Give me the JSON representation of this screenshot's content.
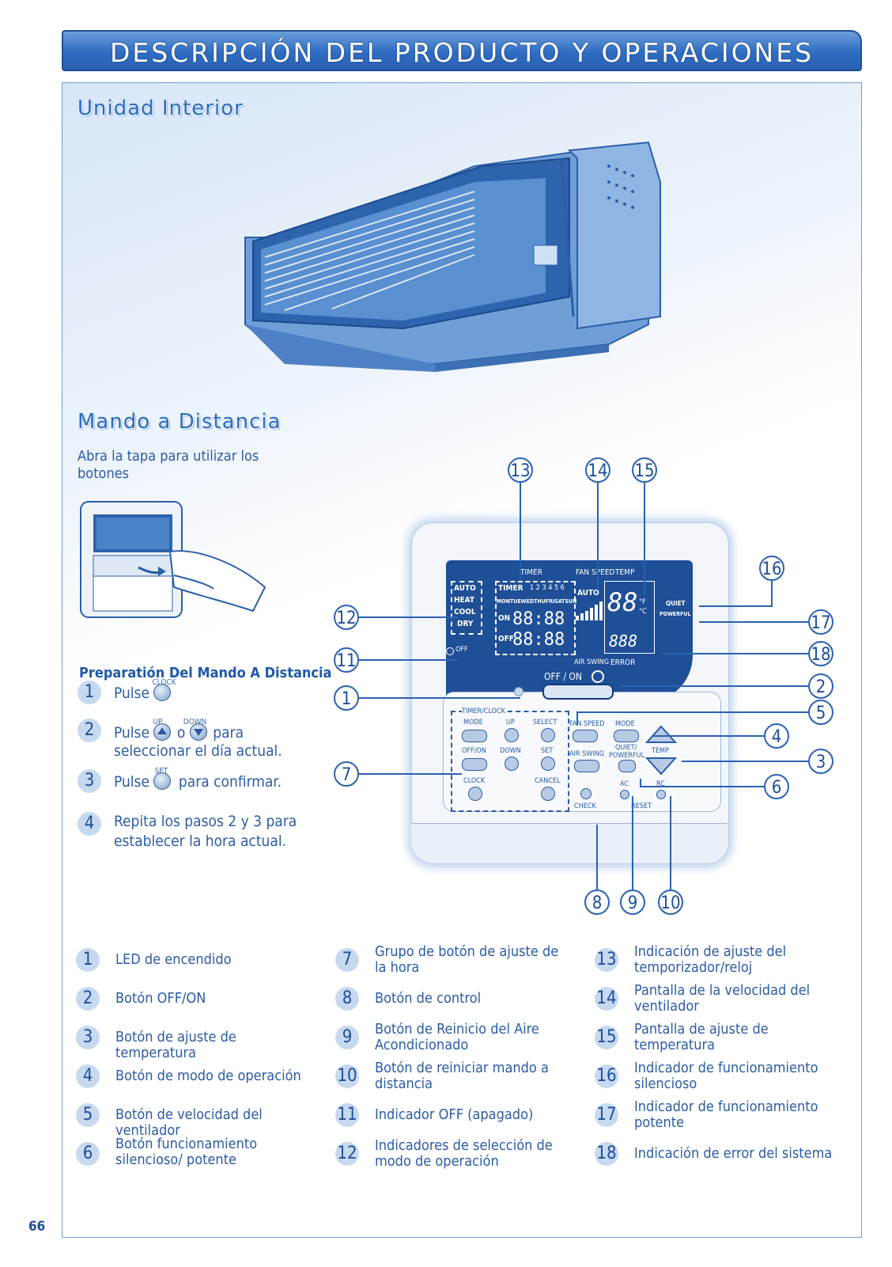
{
  "header": {
    "title": "DESCRIPCIÓN DEL PRODUCTO Y OPERACIONES"
  },
  "indoor": {
    "section_title": "Unidad Interior"
  },
  "remote": {
    "section_title": "Mando a Distancia",
    "open_instruction": "Abra la tapa para utilizar los botones",
    "prep_title": "Preparatión Del Mando A Distancia",
    "steps": [
      {
        "num": "1",
        "pre": "Pulse",
        "btn_label": "CLOCK",
        "post": ""
      },
      {
        "num": "2",
        "pre": "Pulse",
        "btn_up_label": "UP",
        "mid": "o",
        "btn_down_label": "DOWN",
        "post": "para",
        "line2": "seleccionar el día actual."
      },
      {
        "num": "3",
        "pre": "Pulse",
        "btn_label": "SET",
        "post": "para confirmar."
      },
      {
        "num": "4",
        "text": "Repita los pasos 2 y 3 para",
        "line2": "establecer la hora actual."
      }
    ],
    "display": {
      "timer": "TIMER",
      "fan_speed": "FAN SPEED",
      "temp": "TEMP",
      "modes": [
        "AUTO",
        "HEAT",
        "COOL",
        "DRY"
      ],
      "timer_label": "TIMER",
      "days": [
        "MON",
        "TUE",
        "WED",
        "THU",
        "FRI",
        "SAT",
        "SUN"
      ],
      "day_nums": [
        "1",
        "2",
        "3",
        "4",
        "5",
        "6"
      ],
      "on": "ON",
      "off": "OFF",
      "time_digits": "88:88",
      "fan_auto": "AUTO",
      "temp_digits": "88",
      "deg_f": "°F",
      "deg_c": "°C",
      "error_digits": "888",
      "quiet": "QUIET",
      "powerful": "POWERFUL",
      "air_swing": "AIR SWING",
      "error": "ERROR",
      "off_led": "OFF",
      "off_on": "OFF / ON"
    },
    "buttons": {
      "timer_clock": "TIMER/CLOCK",
      "mode": "MODE",
      "up": "UP",
      "select": "SELECT",
      "off_on": "OFF/ON",
      "down": "DOWN",
      "set": "SET",
      "clock": "CLOCK",
      "cancel": "CANCEL",
      "fan_speed": "FAN SPEED",
      "mode2": "MODE",
      "air_swing": "AIR SWING",
      "quiet_powerful_1": "QUIET/",
      "quiet_powerful_2": "POWERFUL",
      "temp": "TEMP",
      "check": "CHECK",
      "ac": "AC",
      "rc": "RC",
      "reset": "RESET"
    },
    "callouts": [
      "1",
      "2",
      "3",
      "4",
      "5",
      "6",
      "7",
      "8",
      "9",
      "10",
      "11",
      "12",
      "13",
      "14",
      "15",
      "16",
      "17",
      "18"
    ]
  },
  "legend": [
    {
      "num": "1",
      "text": "LED de encendido"
    },
    {
      "num": "2",
      "text": "Botón OFF/ON"
    },
    {
      "num": "3",
      "text": "Botón de ajuste de temperatura"
    },
    {
      "num": "4",
      "text": "Botón de modo de operación"
    },
    {
      "num": "5",
      "text": "Botón de velocidad del ventilador"
    },
    {
      "num": "6",
      "text": "Botón funcionamiento silencioso/ potente"
    },
    {
      "num": "7",
      "text": "Grupo de botón de ajuste de la hora"
    },
    {
      "num": "8",
      "text": "Botón de control"
    },
    {
      "num": "9",
      "text": "Botón de Reinicio del Aire Acondicionado"
    },
    {
      "num": "10",
      "text": "Botón de reiniciar mando a distancia"
    },
    {
      "num": "11",
      "text": "Indicador OFF (apagado)"
    },
    {
      "num": "12",
      "text": "Indicadores de selección de modo de operación"
    },
    {
      "num": "13",
      "text": "Indicación de ajuste del temporizador/reloj"
    },
    {
      "num": "14",
      "text": "Pantalla de la velocidad del ventilador"
    },
    {
      "num": "15",
      "text": "Pantalla de ajuste de temperatura"
    },
    {
      "num": "16",
      "text": "Indicador de funcionamiento silencioso"
    },
    {
      "num": "17",
      "text": "Indicador de funcionamiento potente"
    },
    {
      "num": "18",
      "text": "Indicación de error del sistema"
    }
  ],
  "footer": {
    "page_number": "66"
  }
}
